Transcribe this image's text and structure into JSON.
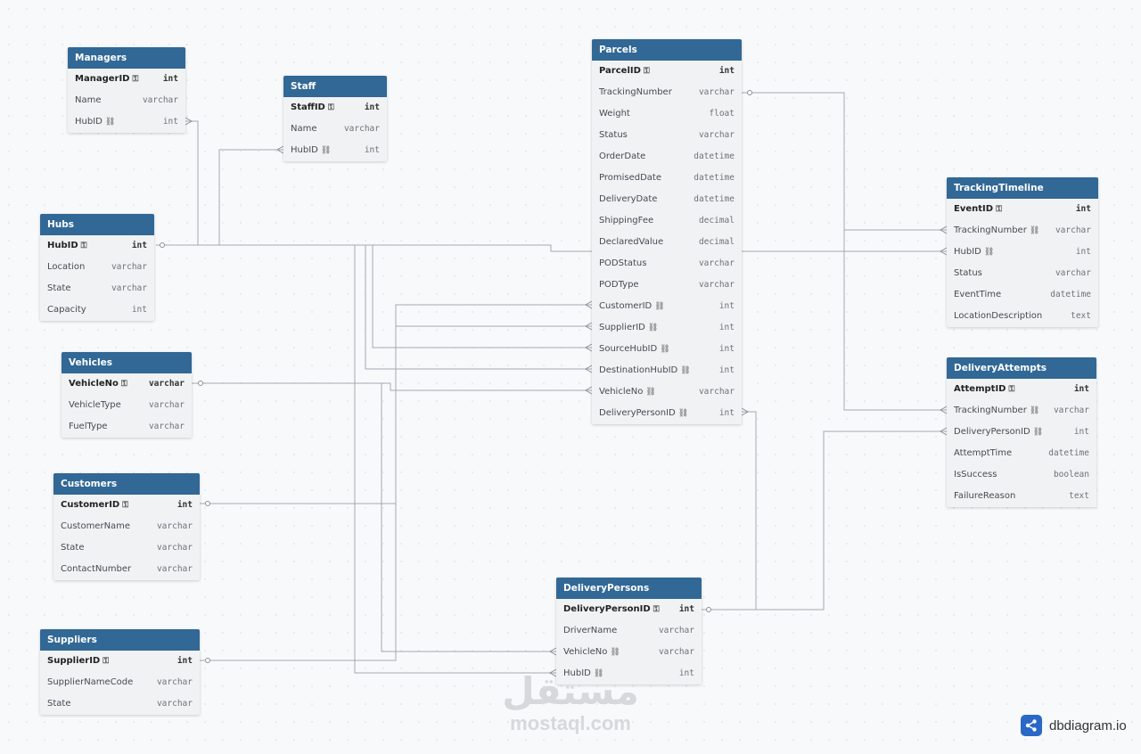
{
  "tables": {
    "managers": {
      "title": "Managers",
      "fields": [
        {
          "name": "ManagerID",
          "type": "int"
        },
        {
          "name": "Name",
          "type": "varchar"
        },
        {
          "name": "HubID",
          "type": "int"
        }
      ]
    },
    "staff": {
      "title": "Staff",
      "fields": [
        {
          "name": "StaffID",
          "type": "int"
        },
        {
          "name": "Name",
          "type": "varchar"
        },
        {
          "name": "HubID",
          "type": "int"
        }
      ]
    },
    "hubs": {
      "title": "Hubs",
      "fields": [
        {
          "name": "HubID",
          "type": "int"
        },
        {
          "name": "Location",
          "type": "varchar"
        },
        {
          "name": "State",
          "type": "varchar"
        },
        {
          "name": "Capacity",
          "type": "int"
        }
      ]
    },
    "vehicles": {
      "title": "Vehicles",
      "fields": [
        {
          "name": "VehicleNo",
          "type": "varchar"
        },
        {
          "name": "VehicleType",
          "type": "varchar"
        },
        {
          "name": "FuelType",
          "type": "varchar"
        }
      ]
    },
    "customers": {
      "title": "Customers",
      "fields": [
        {
          "name": "CustomerID",
          "type": "int"
        },
        {
          "name": "CustomerName",
          "type": "varchar"
        },
        {
          "name": "State",
          "type": "varchar"
        },
        {
          "name": "ContactNumber",
          "type": "varchar"
        }
      ]
    },
    "suppliers": {
      "title": "Suppliers",
      "fields": [
        {
          "name": "SupplierID",
          "type": "int"
        },
        {
          "name": "SupplierNameCode",
          "type": "varchar"
        },
        {
          "name": "State",
          "type": "varchar"
        }
      ]
    },
    "parcels": {
      "title": "Parcels",
      "fields": [
        {
          "name": "ParcelID",
          "type": "int"
        },
        {
          "name": "TrackingNumber",
          "type": "varchar"
        },
        {
          "name": "Weight",
          "type": "float"
        },
        {
          "name": "Status",
          "type": "varchar"
        },
        {
          "name": "OrderDate",
          "type": "datetime"
        },
        {
          "name": "PromisedDate",
          "type": "datetime"
        },
        {
          "name": "DeliveryDate",
          "type": "datetime"
        },
        {
          "name": "ShippingFee",
          "type": "decimal"
        },
        {
          "name": "DeclaredValue",
          "type": "decimal"
        },
        {
          "name": "PODStatus",
          "type": "varchar"
        },
        {
          "name": "PODType",
          "type": "varchar"
        },
        {
          "name": "CustomerID",
          "type": "int"
        },
        {
          "name": "SupplierID",
          "type": "int"
        },
        {
          "name": "SourceHubID",
          "type": "int"
        },
        {
          "name": "DestinationHubID",
          "type": "int"
        },
        {
          "name": "VehicleNo",
          "type": "varchar"
        },
        {
          "name": "DeliveryPersonID",
          "type": "int"
        }
      ]
    },
    "tracking": {
      "title": "TrackingTimeline",
      "fields": [
        {
          "name": "EventID",
          "type": "int"
        },
        {
          "name": "TrackingNumber",
          "type": "varchar"
        },
        {
          "name": "HubID",
          "type": "int"
        },
        {
          "name": "Status",
          "type": "varchar"
        },
        {
          "name": "EventTime",
          "type": "datetime"
        },
        {
          "name": "LocationDescription",
          "type": "text"
        }
      ]
    },
    "attempts": {
      "title": "DeliveryAttempts",
      "fields": [
        {
          "name": "AttemptID",
          "type": "int"
        },
        {
          "name": "TrackingNumber",
          "type": "varchar"
        },
        {
          "name": "DeliveryPersonID",
          "type": "int"
        },
        {
          "name": "AttemptTime",
          "type": "datetime"
        },
        {
          "name": "IsSuccess",
          "type": "boolean"
        },
        {
          "name": "FailureReason",
          "type": "text"
        }
      ]
    },
    "persons": {
      "title": "DeliveryPersons",
      "fields": [
        {
          "name": "DeliveryPersonID",
          "type": "int"
        },
        {
          "name": "DriverName",
          "type": "varchar"
        },
        {
          "name": "VehicleNo",
          "type": "varchar"
        },
        {
          "name": "HubID",
          "type": "int"
        }
      ]
    }
  },
  "watermark": {
    "arabic": "مستقل",
    "latin": "mostaql.com"
  },
  "brand": {
    "label": "dbdiagram.io"
  },
  "colors": {
    "header": "#316896",
    "line": "#a3a9b1",
    "brand": "#2a68c8"
  }
}
